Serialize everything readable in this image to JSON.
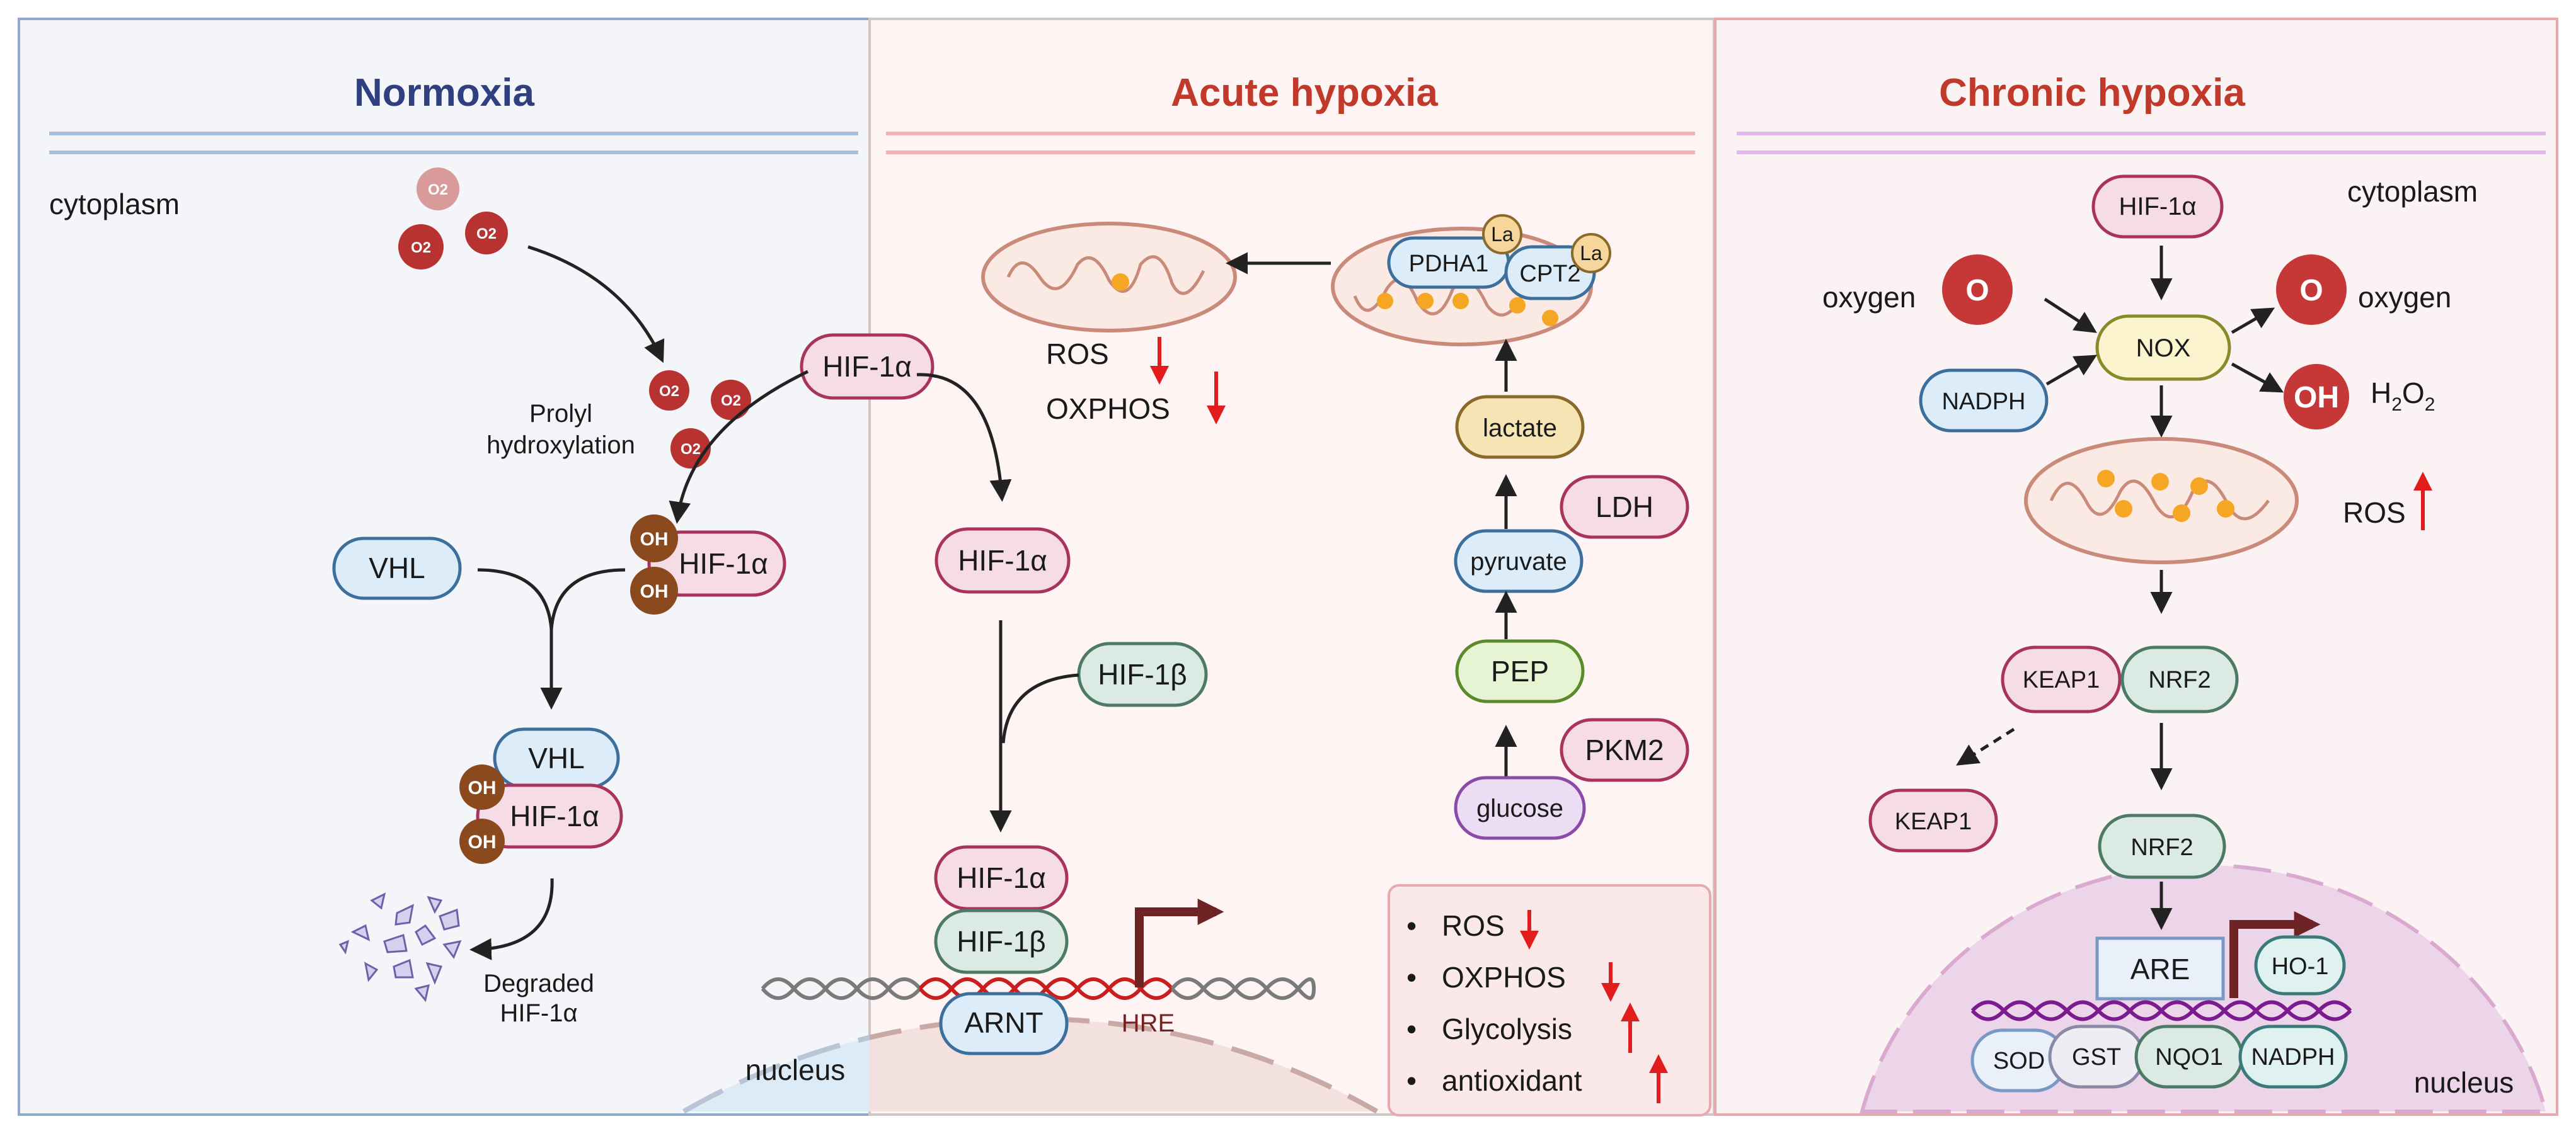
{
  "panels": {
    "normoxia": {
      "title": "Normoxia",
      "cytoplasm": "cytoplasm",
      "o2": "O2",
      "prolyl_1": "Prolyl",
      "prolyl_2": "hydroxylation",
      "vhl": "VHL",
      "hif1a": "HIF-1α",
      "oh": "OH",
      "degraded_1": "Degraded",
      "degraded_2": "HIF-1α"
    },
    "acute": {
      "title": "Acute hypoxia",
      "hif1a": "HIF-1α",
      "hif1b": "HIF-1β",
      "arnt": "ARNT",
      "hre": "HRE",
      "nucleus": "nucleus",
      "ros": "ROS",
      "oxphos": "OXPHOS",
      "pdha1": "PDHA1",
      "cpt2": "CPT2",
      "la": "La",
      "lactate": "lactate",
      "ldh": "LDH",
      "pyruvate": "pyruvate",
      "pep": "PEP",
      "pkm2": "PKM2",
      "glucose": "glucose",
      "summary": [
        "ROS",
        "OXPHOS",
        "Glycolysis",
        "antioxidant"
      ],
      "bullet": "•"
    },
    "chronic": {
      "title": "Chronic hypoxia",
      "cytoplasm": "cytoplasm",
      "hif1a": "HIF-1α",
      "nox": "NOX",
      "nadph": "NADPH",
      "oxygen_left": "oxygen",
      "oxygen_right": "oxygen",
      "o_symbol": "O",
      "oh_symbol": "OH",
      "h2o2": "H2O2",
      "ros": "ROS",
      "keap1": "KEAP1",
      "nrf2": "NRF2",
      "are": "ARE",
      "ho1": "HO-1",
      "sod": "SOD",
      "gst": "GST",
      "nqo1": "NQO1",
      "nadph_bottom": "NADPH",
      "nucleus": "nucleus"
    }
  },
  "colors": {
    "title_blue": "#2f3f7f",
    "title_red": "#c0392b",
    "red_arrow": "#e01c1c",
    "pink_fill": "#f6dce6",
    "pink_stroke": "#a8345c",
    "blue_fill": "#dcecf8",
    "blue_stroke": "#3d6f9c",
    "green_fill": "#dbeae3",
    "green_stroke": "#4c7a66",
    "oh_brown": "#8a4a1e",
    "o2_red": "#b83232",
    "dna_red": "#c81e1e",
    "dna_gray": "#7a7a7a",
    "dna_purple": "#7c1a8f"
  }
}
